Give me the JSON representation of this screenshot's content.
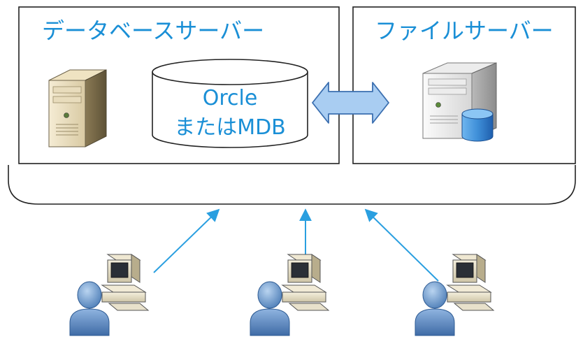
{
  "database_server": {
    "title": "データベースサーバー",
    "db_label_line1": "Orcle",
    "db_label_line2": "またはMDB"
  },
  "file_server": {
    "title": "ファイルサーバー"
  },
  "colors": {
    "title_blue": "#1a8fd6",
    "arrow_blue": "#2a9fe0",
    "sync_arrow_fill": "#a9cdf2",
    "sync_arrow_stroke": "#3b6fb0",
    "box_stroke": "#222222"
  },
  "icons": {
    "database_server": "server-tower-icon",
    "database": "database-cylinder-icon",
    "file_server": "file-server-icon",
    "clients": [
      "client-workstation-icon",
      "client-workstation-icon",
      "client-workstation-icon"
    ]
  }
}
